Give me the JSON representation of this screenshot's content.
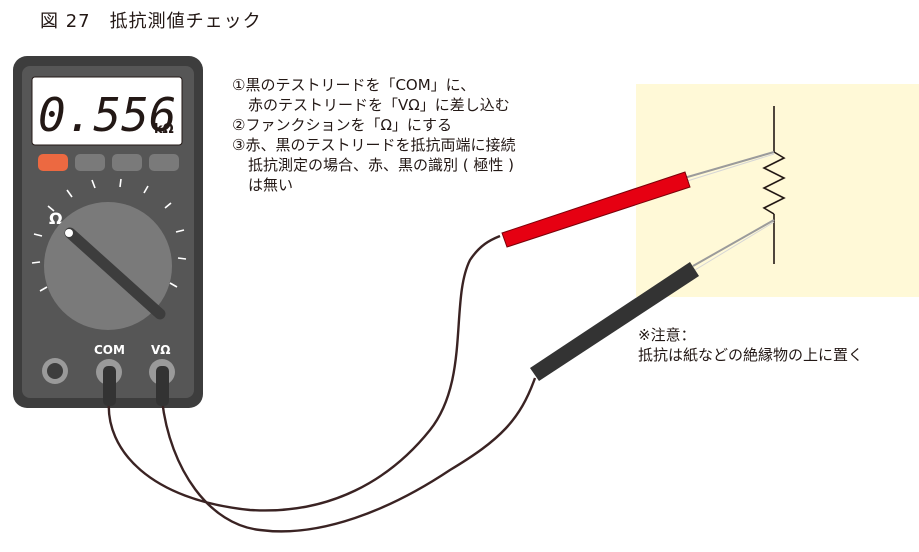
{
  "figure": {
    "title": "図 27　抵抗測値チェック"
  },
  "meter": {
    "reading": "0.556",
    "unit": "kΩ",
    "dial_symbol": "Ω",
    "jacks": {
      "com": "COM",
      "v_ohm": "VΩ"
    },
    "colors": {
      "body": "#3d3d3d",
      "panel": "#565656",
      "lcd": "#ffffff",
      "active_button": "#ec6941",
      "button": "#7a7a7a"
    }
  },
  "leads": {
    "colors": {
      "red": "#e60012",
      "black": "#333333",
      "wire": "#3a2323"
    }
  },
  "resistor_panel": {
    "color": "#fff9d7"
  },
  "instructions": [
    "①黒のテストリードを「COM」に、",
    "赤のテストリードを「VΩ」に差し込む",
    "②ファンクションを「Ω」にする",
    "③赤、黒のテストリードを抵抗両端に接続",
    "抵抗測定の場合、赤、黒の識別 ( 極性 )",
    "は無い"
  ],
  "note": {
    "heading": "※注意：",
    "body": "抵抗は紙などの絶縁物の上に置く"
  }
}
